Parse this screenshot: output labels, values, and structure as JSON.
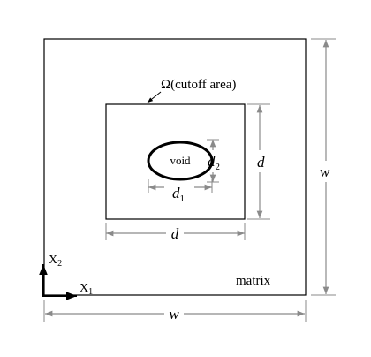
{
  "labels": {
    "cutoff_symbol": "Ω",
    "cutoff_text": "(cutoff area)",
    "void": "void",
    "d": "d",
    "d_right": "d",
    "d1": "d",
    "d1_sub": "1",
    "d2": "d",
    "d2_sub": "2",
    "w_bottom": "w",
    "w_right": "w",
    "matrix": "matrix",
    "x1": "X",
    "x1_sub": "1",
    "x2": "X",
    "x2_sub": "2"
  },
  "colors": {
    "outline": "#000000",
    "dimension": "#8a8a8a"
  }
}
